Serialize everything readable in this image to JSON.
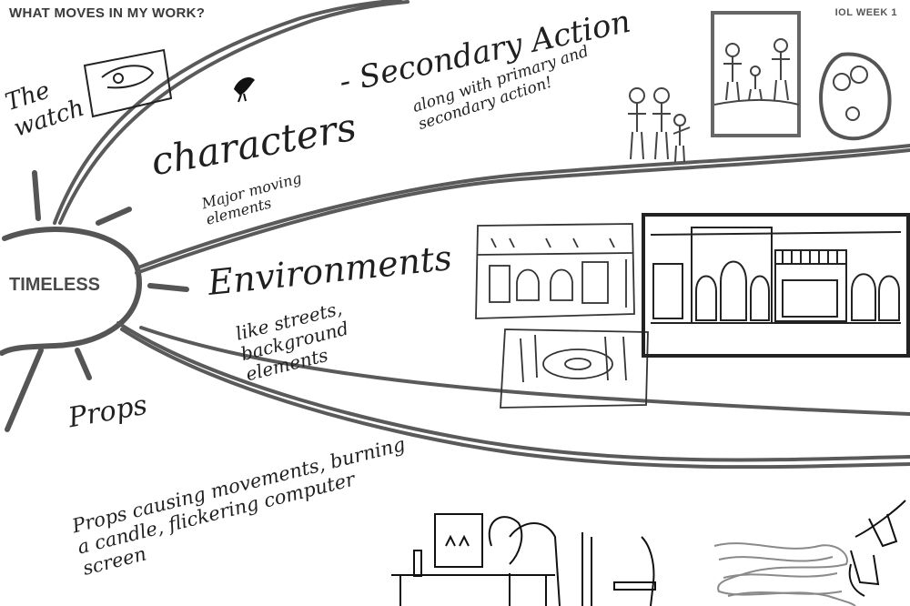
{
  "header": {
    "title": "WHAT MOVES IN MY WORK?",
    "week_label": "IOL WEEK 1"
  },
  "hub": {
    "label": "TIMELESS"
  },
  "branches": {
    "watch": "The watch",
    "characters": "characters",
    "secondary_action": "- Secondary Action",
    "secondary_note": "along with primary and secondary action!",
    "characters_note": "Major moving elements",
    "environments": "Environments",
    "environments_note": "like streets, background elements",
    "props": "Props",
    "props_note": "Props causing movements, burning a candle, flickering computer screen"
  },
  "colors": {
    "ink": "#1f1f1f",
    "branch": "#5a5a5a",
    "title": "#3a3a3a",
    "scribble": "#8a8a8a"
  }
}
